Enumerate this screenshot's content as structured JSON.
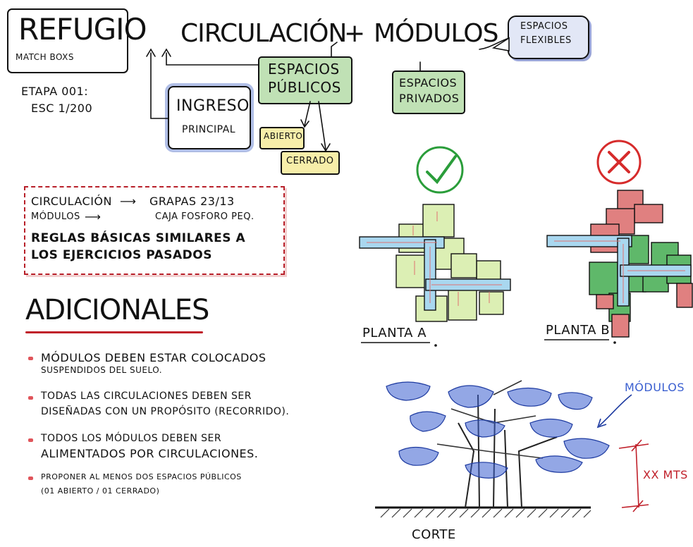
{
  "header": {
    "title": "REFUGIO",
    "subtitle": "MATCH BOXS",
    "stage": "ETAPA 001:",
    "scale": "ESC 1/200",
    "circulacion": "CIRCULACIÓN",
    "plus": "+",
    "modulos": "MÓDULOS",
    "espacios_flexibles": [
      "ESPACIOS",
      "FLEXIBLES"
    ]
  },
  "concept": {
    "espacios_publicos": [
      "ESPACIOS",
      "PÚBLICOS"
    ],
    "espacios_privados": [
      "ESPACIOS",
      "PRIVADOS"
    ],
    "ingreso": "INGRESO",
    "principal": "PRINCIPAL",
    "abierto": "ABIERTO",
    "cerrado": "CERRADO"
  },
  "rules_box": {
    "line1_left": "CIRCULACIÓN",
    "line1_right": "GRAPAS 23/13",
    "line2_left": "MÓDULOS",
    "line2_right": "CAJA FOSFORO PEQ.",
    "line3": "REGLAS BÁSICAS SIMILARES A",
    "line4": "LOS EJERCICIOS PASADOS"
  },
  "adicionales": {
    "heading": "ADICIONALES",
    "items": [
      [
        "MÓDULOS DEBEN ESTAR COLOCADOS",
        "SUSPENDIDOS DEL SUELO."
      ],
      [
        "TODAS LAS CIRCULACIONES DEBEN SER",
        "DISEÑADAS CON UN PROPÓSITO (RECORRIDO)."
      ],
      [
        "TODOS LOS MÓDULOS DEBEN SER",
        "ALIMENTADOS POR CIRCULACIONES."
      ],
      [
        "PROPONER AL MENOS DOS ESPACIOS PÚBLICOS",
        "(01 ABIERTO / 01 CERRADO)"
      ]
    ]
  },
  "plans": {
    "plan_a": "PLANTA A",
    "plan_b": "PLANTA B"
  },
  "section": {
    "modulos_label": "MÓDULOS",
    "height_label": "XX MTS",
    "corte_label": "CORTE"
  },
  "colors": {
    "green": "#8cc878",
    "yellow": "#f6eca0",
    "light_green": "#dcefb4",
    "circulation_blue": "#a9d7ef",
    "red_fill": "#e08080",
    "check_green": "#2a9d3a",
    "cross_red": "#d62b2b",
    "module_blue": "#3a5fd0",
    "dash_red": "#b8202a"
  }
}
